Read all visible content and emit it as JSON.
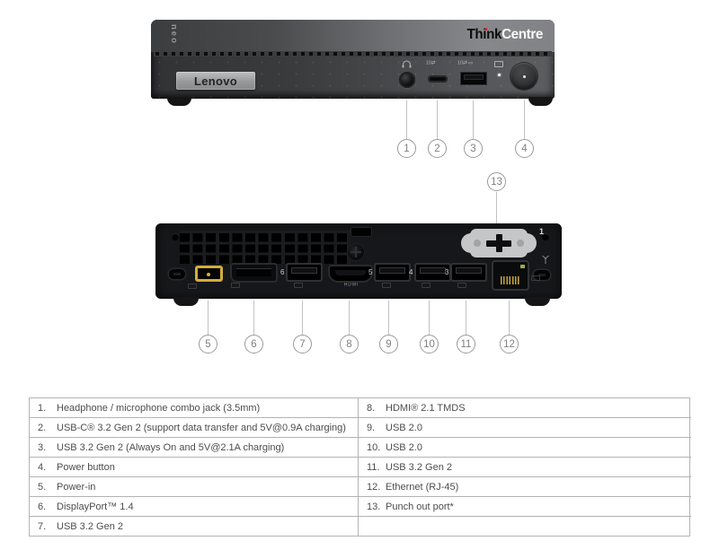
{
  "device": {
    "neo_label": "neo",
    "logo_think": "Think",
    "logo_centre": "Centre",
    "lenovo_label": "Lenovo"
  },
  "front": {
    "usb_c_badge": "10⇄",
    "usb_a_badge": "10⇄ ▭",
    "callouts": [
      "1",
      "2",
      "3",
      "4"
    ]
  },
  "back": {
    "top_callout": "13",
    "plate_label": "1",
    "hdmi_label": "HDMI",
    "usb_port_numbers": [
      "6",
      "5",
      "4",
      "3"
    ],
    "callouts": [
      "5",
      "6",
      "7",
      "8",
      "9",
      "10",
      "11",
      "12"
    ]
  },
  "spec_table": {
    "rows": [
      {
        "ln": "1.",
        "lt": "Headphone / microphone combo jack (3.5mm)",
        "rn": "8.",
        "rt": "HDMI® 2.1 TMDS"
      },
      {
        "ln": "2.",
        "lt": "USB-C® 3.2 Gen 2 (support data transfer and 5V@0.9A charging)",
        "rn": "9.",
        "rt": "USB 2.0"
      },
      {
        "ln": "3.",
        "lt": "USB 3.2 Gen 2 (Always On and 5V@2.1A charging)",
        "rn": "10.",
        "rt": "USB 2.0"
      },
      {
        "ln": "4.",
        "lt": "Power button",
        "rn": "11.",
        "rt": "USB 3.2 Gen 2"
      },
      {
        "ln": "5.",
        "lt": "Power-in",
        "rn": "12.",
        "rt": "Ethernet (RJ-45)"
      },
      {
        "ln": "6.",
        "lt": "DisplayPort™ 1.4",
        "rn": "13.",
        "rt": "Punch out port*"
      },
      {
        "ln": "7.",
        "lt": "USB 3.2 Gen 2",
        "rn": "",
        "rt": ""
      }
    ]
  }
}
